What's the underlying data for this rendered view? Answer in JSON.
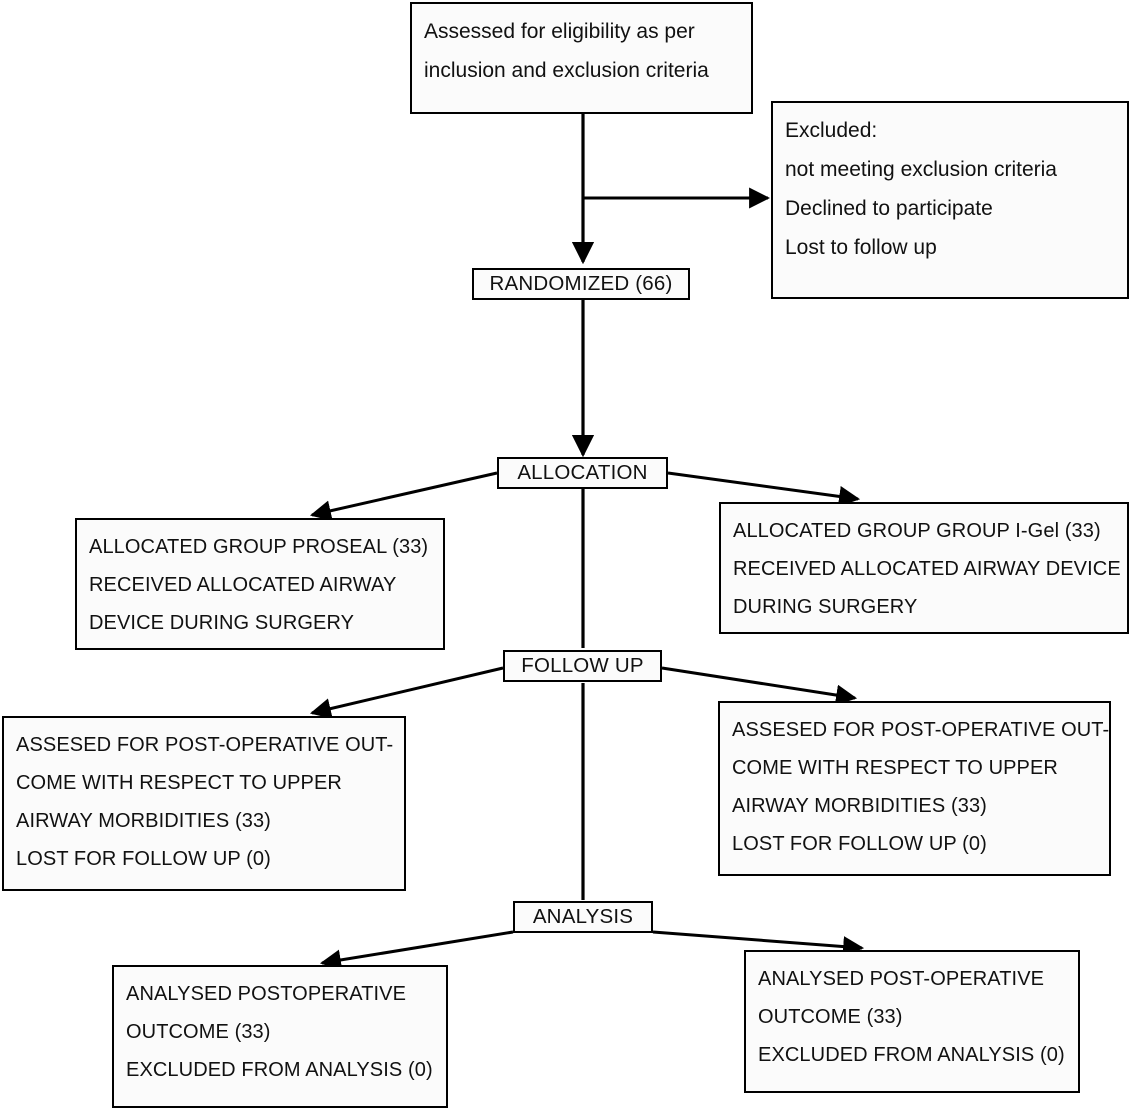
{
  "diagram": {
    "title": "CONSORT participant flow diagram",
    "background_color": "#ffffff",
    "box_fill_color": "#fbfbfb",
    "line_color": "#000000"
  },
  "nodes": {
    "eligibility": {
      "name": "assessed-for-eligibility-box",
      "lines": [
        "Assessed for eligibility as per",
        "inclusion and exclusion criteria"
      ]
    },
    "excluded": {
      "name": "excluded-box",
      "lines": [
        "Excluded:",
        "not meeting exclusion criteria",
        "Declined to participate",
        "Lost to follow up"
      ]
    },
    "randomized": {
      "name": "randomized-box",
      "lines": [
        "RANDOMIZED (66)"
      ]
    },
    "allocation": {
      "name": "allocation-stage-box",
      "lines": [
        "ALLOCATION"
      ]
    },
    "allocated_left": {
      "name": "allocated-proseal-box",
      "lines": [
        "ALLOCATED GROUP PROSEAL (33)",
        "RECEIVED ALLOCATED AIRWAY",
        "DEVICE DURING SURGERY"
      ]
    },
    "allocated_right": {
      "name": "allocated-igel-box",
      "lines": [
        "ALLOCATED GROUP GROUP I-Gel (33)",
        "RECEIVED ALLOCATED AIRWAY DEVICE",
        "DURING SURGERY"
      ]
    },
    "followup": {
      "name": "follow-up-stage-box",
      "lines": [
        "FOLLOW UP"
      ]
    },
    "followup_left": {
      "name": "follow-up-proseal-outcome-box",
      "lines": [
        "ASSESED FOR POST-OPERATIVE OUT-",
        "COME WITH RESPECT TO UPPER",
        "AIRWAY MORBIDITIES (33)",
        "LOST FOR FOLLOW UP (0)"
      ]
    },
    "followup_right": {
      "name": "follow-up-igel-outcome-box",
      "lines": [
        "ASSESED FOR POST-OPERATIVE OUT-",
        "COME WITH RESPECT TO UPPER",
        "AIRWAY MORBIDITIES (33)",
        "LOST FOR FOLLOW UP (0)"
      ]
    },
    "analysis": {
      "name": "analysis-stage-box",
      "lines": [
        "ANALYSIS"
      ]
    },
    "analysis_left": {
      "name": "analysed-proseal-box",
      "lines": [
        "ANALYSED POSTOPERATIVE",
        "OUTCOME (33)",
        "EXCLUDED FROM ANALYSIS (0)"
      ]
    },
    "analysis_right": {
      "name": "analysed-igel-box",
      "lines": [
        "ANALYSED POST-OPERATIVE",
        "OUTCOME (33)",
        "EXCLUDED FROM ANALYSIS (0)"
      ]
    }
  },
  "counts": {
    "randomized_total": 66,
    "proseal_allocated": 33,
    "igel_allocated": 33,
    "proseal_assessed": 33,
    "igel_assessed": 33,
    "proseal_lost_followup": 0,
    "igel_lost_followup": 0,
    "proseal_analysed": 33,
    "igel_analysed": 33,
    "proseal_excluded_from_analysis": 0,
    "igel_excluded_from_analysis": 0
  }
}
